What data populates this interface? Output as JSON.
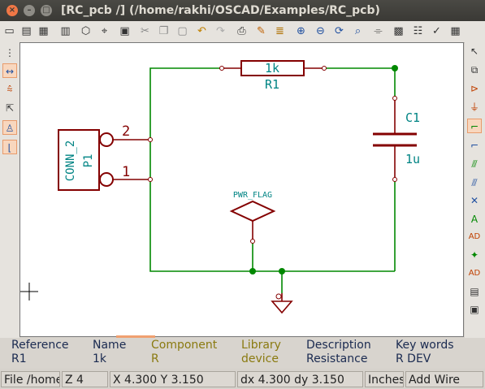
{
  "window": {
    "title": "[RC_pcb /] (/home/rakhi/OSCAD/Examples/RC_pcb)",
    "buttons": {
      "close": "×",
      "minimize": "–",
      "maximize": "□"
    }
  },
  "schematic": {
    "resistor_value": "1k",
    "resistor_ref": "R1",
    "capacitor_ref": "C1",
    "capacitor_value": "1u",
    "connector_value": "CONN_2",
    "connector_ref": "P1",
    "pin_2": "2",
    "pin_1": "1",
    "pwr_flag": "PWR_FLAG",
    "colors": {
      "wire": "#008800",
      "component": "#840000",
      "text": "#008484",
      "junction": "#008800"
    }
  },
  "info_panel": {
    "columns": [
      {
        "header": "Reference",
        "value": "R1"
      },
      {
        "header": "Name",
        "value": "1k"
      },
      {
        "header": "Component",
        "value": "R"
      },
      {
        "header": "Library",
        "value": "device"
      },
      {
        "header": "Description",
        "value": "Resistance"
      },
      {
        "header": "Key words",
        "value": "R DEV"
      }
    ]
  },
  "status_bar": {
    "file": "File /home",
    "zoom": "Z 4",
    "coords": "X 4.300  Y 3.150",
    "delta": "dx 4.300  dy 3.150",
    "units": "Inches",
    "mode": "Add Wire"
  },
  "icons": {
    "top_toolbar": [
      "new-icon",
      "open-icon",
      "save-icon",
      "library-icon",
      "new-sheet-icon",
      "component-editor-icon",
      "hierarchy-icon",
      "cut-icon",
      "copy-icon",
      "paste-icon",
      "undo-icon",
      "redo-icon",
      "print-icon",
      "annotate-icon",
      "netlist-icon",
      "zoom-in-icon",
      "zoom-out-icon",
      "zoom-redraw-icon",
      "zoom-fit-icon",
      "find-icon",
      "erc-icon",
      "bom-icon",
      "library-browser-icon",
      "grid-toggle-icon"
    ],
    "left_toolbar": [
      "grid-icon",
      "units-inches-icon",
      "units-mm-icon",
      "cursor-shape-icon",
      "hidden-pins-icon",
      "bus-wire-45-icon"
    ],
    "right_toolbar": [
      "select-icon",
      "hierarchy-nav-icon",
      "place-component-icon",
      "place-power-icon",
      "wire-icon",
      "bus-icon",
      "wire-to-bus-icon",
      "bus-to-bus-icon",
      "no-connect-icon",
      "net-label-icon",
      "global-label-icon",
      "junction-icon",
      "hierarchical-label-icon",
      "hierarchical-sheet-icon",
      "import-pin-icon"
    ]
  }
}
